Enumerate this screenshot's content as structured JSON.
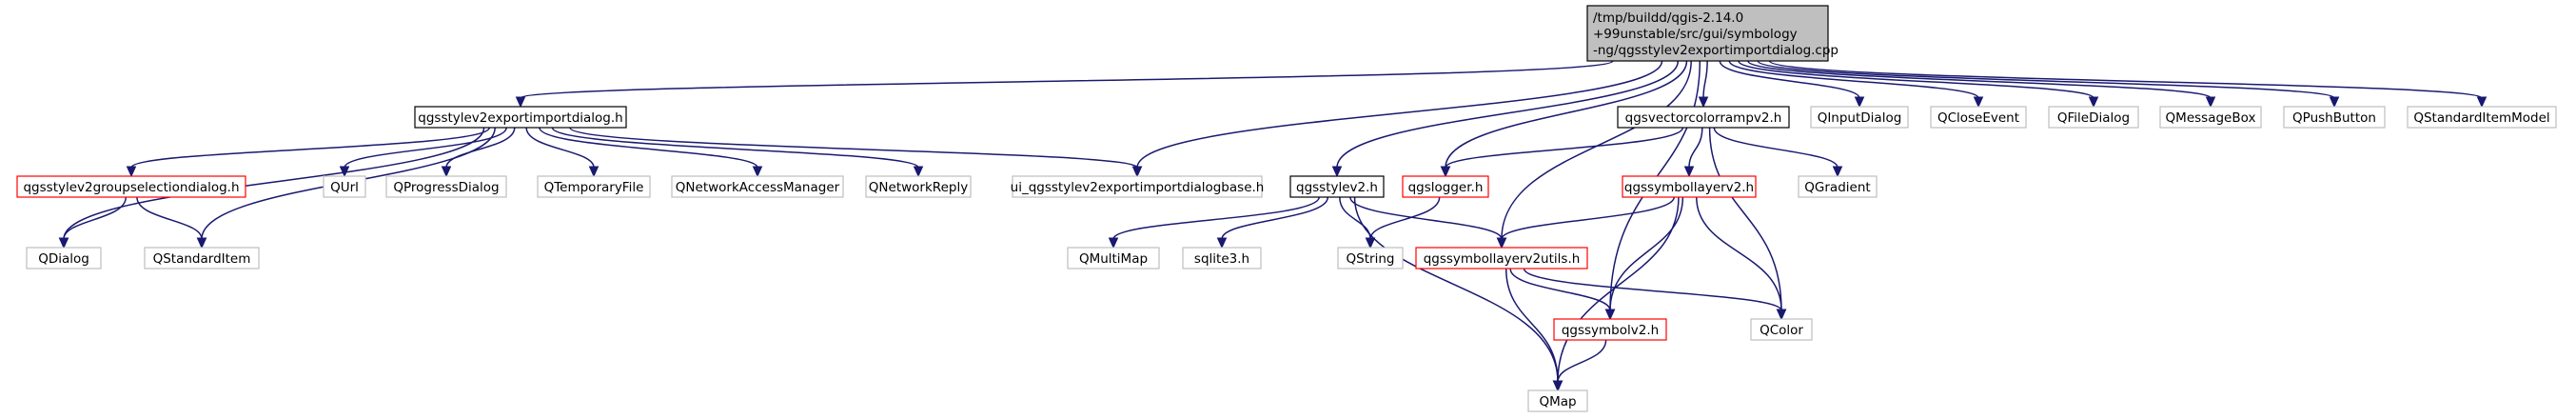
{
  "nodes": [
    {
      "id": "root",
      "lines": [
        "/tmp/buildd/qgis-2.14.0",
        "+99unstable/src/gui/symbology",
        "-ng/qgsstylev2exportimportdialog.cpp"
      ],
      "style": "root"
    },
    {
      "id": "h_dialog",
      "lines": [
        "qgsstylev2exportimportdialog.h"
      ],
      "style": "normal"
    },
    {
      "id": "h_colorramp",
      "lines": [
        "qgsvectorcolorrampv2.h"
      ],
      "style": "normal"
    },
    {
      "id": "QInputDialog",
      "lines": [
        "QInputDialog"
      ],
      "style": "external"
    },
    {
      "id": "QCloseEvent",
      "lines": [
        "QCloseEvent"
      ],
      "style": "external"
    },
    {
      "id": "QFileDialog",
      "lines": [
        "QFileDialog"
      ],
      "style": "external"
    },
    {
      "id": "QMessageBox",
      "lines": [
        "QMessageBox"
      ],
      "style": "external"
    },
    {
      "id": "QPushButton",
      "lines": [
        "QPushButton"
      ],
      "style": "external"
    },
    {
      "id": "QStandardItemModel",
      "lines": [
        "QStandardItemModel"
      ],
      "style": "external"
    },
    {
      "id": "h_groupsel",
      "lines": [
        "qgsstylev2groupselectiondialog.h"
      ],
      "style": "incomplete"
    },
    {
      "id": "QUrl",
      "lines": [
        "QUrl"
      ],
      "style": "external"
    },
    {
      "id": "QProgressDialog",
      "lines": [
        "QProgressDialog"
      ],
      "style": "external"
    },
    {
      "id": "QTemporaryFile",
      "lines": [
        "QTemporaryFile"
      ],
      "style": "external"
    },
    {
      "id": "QNetworkAccessManager",
      "lines": [
        "QNetworkAccessManager"
      ],
      "style": "external"
    },
    {
      "id": "QNetworkReply",
      "lines": [
        "QNetworkReply"
      ],
      "style": "external"
    },
    {
      "id": "h_ui",
      "lines": [
        "ui_qgsstylev2exportimportdialogbase.h"
      ],
      "style": "external"
    },
    {
      "id": "h_style",
      "lines": [
        "qgsstylev2.h"
      ],
      "style": "normal"
    },
    {
      "id": "h_logger",
      "lines": [
        "qgslogger.h"
      ],
      "style": "incomplete"
    },
    {
      "id": "h_symlayer",
      "lines": [
        "qgssymbollayerv2.h"
      ],
      "style": "incomplete"
    },
    {
      "id": "QGradient",
      "lines": [
        "QGradient"
      ],
      "style": "external"
    },
    {
      "id": "QDialog",
      "lines": [
        "QDialog"
      ],
      "style": "external"
    },
    {
      "id": "QStandardItem",
      "lines": [
        "QStandardItem"
      ],
      "style": "external"
    },
    {
      "id": "QMultiMap",
      "lines": [
        "QMultiMap"
      ],
      "style": "external"
    },
    {
      "id": "sqlite3",
      "lines": [
        "sqlite3.h"
      ],
      "style": "external"
    },
    {
      "id": "QString",
      "lines": [
        "QString"
      ],
      "style": "external"
    },
    {
      "id": "h_symutils",
      "lines": [
        "qgssymbollayerv2utils.h"
      ],
      "style": "incomplete"
    },
    {
      "id": "QColor",
      "lines": [
        "QColor"
      ],
      "style": "external"
    },
    {
      "id": "h_symbol",
      "lines": [
        "qgssymbolv2.h"
      ],
      "style": "incomplete"
    },
    {
      "id": "QMap",
      "lines": [
        "QMap"
      ],
      "style": "external"
    }
  ],
  "edges": [
    [
      "root",
      "h_dialog"
    ],
    [
      "root",
      "h_ui"
    ],
    [
      "root",
      "h_style"
    ],
    [
      "root",
      "h_logger"
    ],
    [
      "root",
      "h_symutils"
    ],
    [
      "root",
      "h_symbol"
    ],
    [
      "root",
      "h_colorramp"
    ],
    [
      "root",
      "QInputDialog"
    ],
    [
      "root",
      "QCloseEvent"
    ],
    [
      "root",
      "QFileDialog"
    ],
    [
      "root",
      "QMessageBox"
    ],
    [
      "root",
      "QPushButton"
    ],
    [
      "root",
      "QStandardItemModel"
    ],
    [
      "h_dialog",
      "QDialog"
    ],
    [
      "h_dialog",
      "h_groupsel"
    ],
    [
      "h_dialog",
      "QStandardItem"
    ],
    [
      "h_dialog",
      "QUrl"
    ],
    [
      "h_dialog",
      "QProgressDialog"
    ],
    [
      "h_dialog",
      "QTemporaryFile"
    ],
    [
      "h_dialog",
      "QNetworkAccessManager"
    ],
    [
      "h_dialog",
      "QNetworkReply"
    ],
    [
      "h_dialog",
      "h_ui"
    ],
    [
      "h_groupsel",
      "QDialog"
    ],
    [
      "h_groupsel",
      "QStandardItem"
    ],
    [
      "h_style",
      "QMultiMap"
    ],
    [
      "h_style",
      "sqlite3"
    ],
    [
      "h_style",
      "QString"
    ],
    [
      "h_style",
      "h_symutils"
    ],
    [
      "h_style",
      "QMap"
    ],
    [
      "h_logger",
      "QString"
    ],
    [
      "h_colorramp",
      "h_logger"
    ],
    [
      "h_colorramp",
      "h_symlayer"
    ],
    [
      "h_colorramp",
      "QGradient"
    ],
    [
      "h_colorramp",
      "QColor"
    ],
    [
      "h_symlayer",
      "h_symutils"
    ],
    [
      "h_symlayer",
      "h_symbol"
    ],
    [
      "h_symlayer",
      "QColor"
    ],
    [
      "h_symlayer",
      "QMap"
    ],
    [
      "h_symutils",
      "h_symbol"
    ],
    [
      "h_symutils",
      "QColor"
    ],
    [
      "h_symutils",
      "QMap"
    ],
    [
      "h_symbol",
      "QMap"
    ]
  ],
  "colors": {
    "edge": "#191970",
    "root_fill": "#bfbfbf",
    "root_border": "#000000",
    "normal_border": "#000000",
    "incomplete_border": "#ff0000",
    "external_border": "#bfbfbf",
    "text": "#000000"
  }
}
